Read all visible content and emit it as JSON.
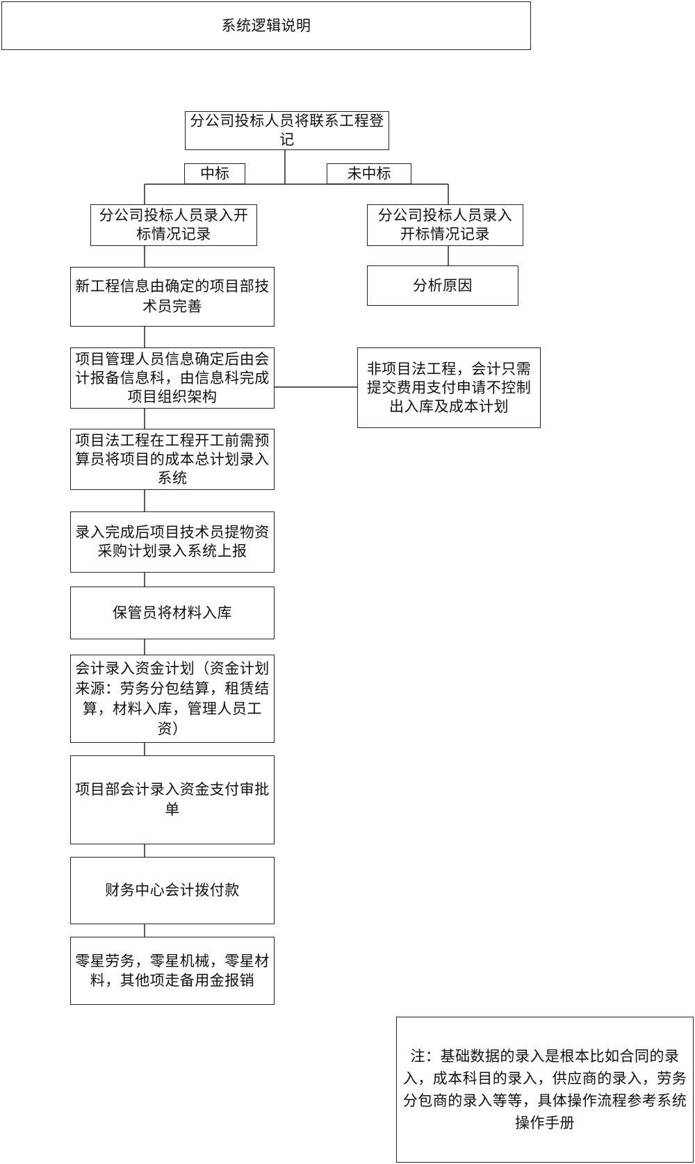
{
  "title": "系统逻辑说明",
  "labels": {
    "win": "中标",
    "lose": "未中标"
  },
  "nodes": {
    "register": "分公司投标人员将联系工程登记",
    "win_record": "分公司投标人员录入开标情况记录",
    "lose_record": "分公司投标人员录入开标情况记录",
    "analyze": "分析原因",
    "new_info": "新工程信息由确定的项目部技术员完善",
    "org": "项目管理人员信息确定后由会计报备信息科，由信息科完成项目组织架构",
    "non_project": "非项目法工程，会计只需提交费用支付申请不控制出入库及成本计划",
    "cost_plan": "项目法工程在工程开工前需预算员将项目的成本总计划录入系统",
    "purchase": "录入完成后项目技术员提物资采购计划录入系统上报",
    "warehouse": "保管员将材料入库",
    "fund_plan": "会计录入资金计划（资金计划来源：劳务分包结算，租赁结算，材料入库，管理人员工资）",
    "payment_approval": "项目部会计录入资金支付审批单",
    "disburse": "财务中心会计拨付款",
    "petty": "零星劳务，零星机械，零星材料，其他项走备用金报销"
  },
  "note": "注：基础数据的录入是根本比如合同的录入，成本科目的录入，供应商的录入，劳务分包商的录入等等，具体操作流程参考系统操作手册"
}
